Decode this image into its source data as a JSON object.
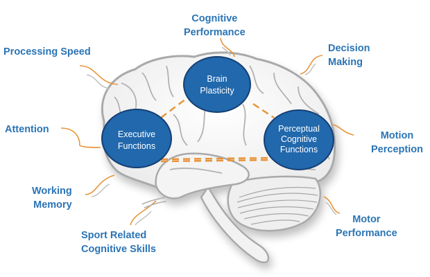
{
  "diagram": {
    "colors": {
      "label_text": "#2a74b5",
      "node_fill": "#2168ad",
      "node_stroke": "#153f73",
      "node_text": "#ffffff",
      "connector": "#e8943a",
      "brain_outline": "#a9a9a9",
      "brain_fill": "#f2f2f2"
    },
    "nodes": [
      {
        "id": "brain-plasticity",
        "lines": [
          "Brain",
          "Plasticity"
        ]
      },
      {
        "id": "executive-functions",
        "lines": [
          "Executive",
          "Functions"
        ]
      },
      {
        "id": "perceptual-cognitive-functions",
        "lines": [
          "Perceptual",
          "Cognitive",
          "Functions"
        ]
      }
    ],
    "edges": [
      {
        "from": "executive-functions",
        "to": "brain-plasticity",
        "style": "dashed"
      },
      {
        "from": "brain-plasticity",
        "to": "perceptual-cognitive-functions",
        "style": "dashed"
      },
      {
        "from": "executive-functions",
        "to": "perceptual-cognitive-functions",
        "style": "double-dashed"
      }
    ],
    "labels": {
      "processing_speed": [
        "Processing Speed"
      ],
      "cognitive_performance": [
        "Cognitive",
        "Performance"
      ],
      "decision_making": [
        "Decision",
        "Making"
      ],
      "attention": [
        "Attention"
      ],
      "motion_perception": [
        "Motion",
        "Perception"
      ],
      "working_memory": [
        "Working",
        "Memory"
      ],
      "sport_related": [
        "Sport Related",
        "Cognitive Skills"
      ],
      "motor_performance": [
        "Motor",
        "Performance"
      ]
    }
  }
}
